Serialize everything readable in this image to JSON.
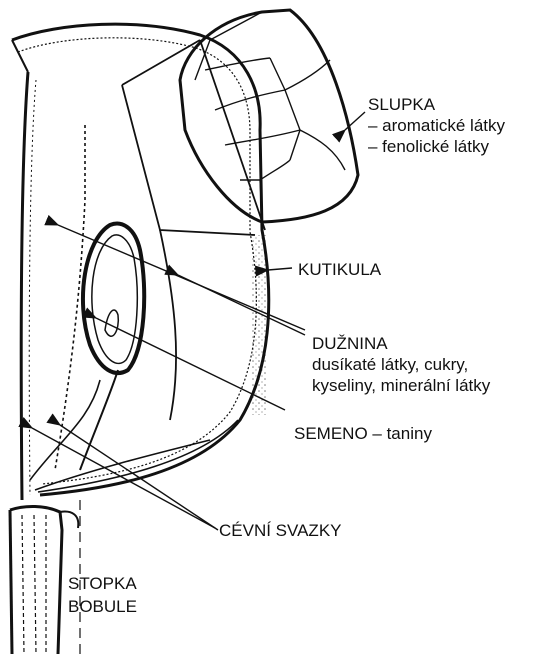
{
  "labels": {
    "slupka": {
      "title": "SLUPKA",
      "line1": "– aromatické látky",
      "line2": "– fenolické látky"
    },
    "kutikula": {
      "title": "KUTIKULA"
    },
    "duznina": {
      "title": "DUŽNINA",
      "line1": "dusíkaté látky, cukry,",
      "line2": "kyseliny, minerální látky"
    },
    "semeno": {
      "title": "SEMENO – taniny"
    },
    "cevni_svazky": {
      "title": "CÉVNÍ SVAZKY"
    },
    "stopka": {
      "line1": "STOPKA",
      "line2": "BOBULE"
    }
  },
  "colors": {
    "ink": "#111111",
    "background": "#ffffff"
  }
}
